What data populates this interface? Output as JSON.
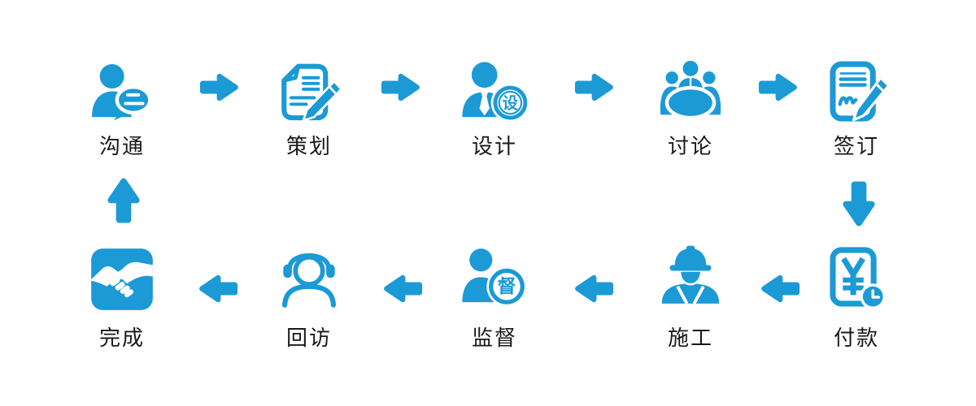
{
  "flow": {
    "accent_color": "#1b9ad6",
    "label_color": "#1a1a1a",
    "top_row": {
      "arrows_between": "right",
      "steps": [
        {
          "label": "沟通",
          "icon": "person-chat-icon"
        },
        {
          "label": "策划",
          "icon": "document-pencil-icon"
        },
        {
          "label": "设计",
          "icon": "designer-person-icon",
          "badge": "设"
        },
        {
          "label": "讨论",
          "icon": "meeting-table-icon"
        },
        {
          "label": "签订",
          "icon": "contract-signing-icon"
        }
      ]
    },
    "right_connector": "down-arrow",
    "left_connector": "up-arrow",
    "bottom_row": {
      "arrows_between": "left",
      "steps": [
        {
          "label": "完成",
          "icon": "handshake-icon"
        },
        {
          "label": "回访",
          "icon": "headset-person-icon"
        },
        {
          "label": "监督",
          "icon": "supervisor-person-icon",
          "badge": "督"
        },
        {
          "label": "施工",
          "icon": "construction-worker-icon"
        },
        {
          "label": "付款",
          "icon": "payment-invoice-clock-icon",
          "symbol": "¥"
        }
      ]
    }
  }
}
